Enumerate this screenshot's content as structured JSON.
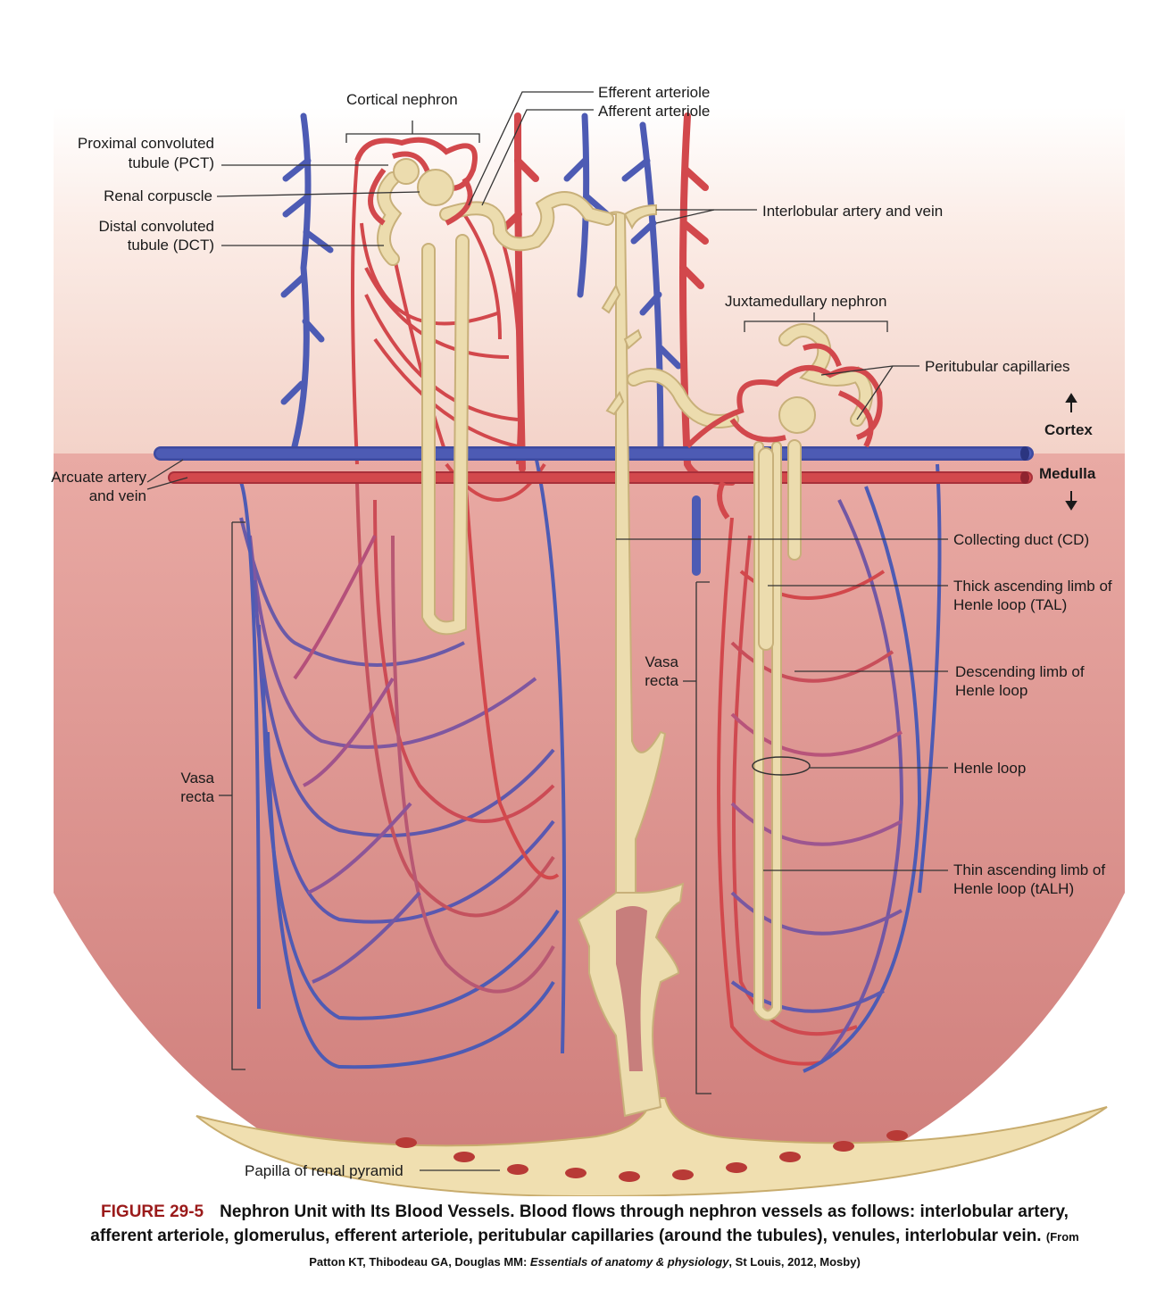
{
  "labels": {
    "cortical_nephron": "Cortical nephron",
    "efferent_arteriole": "Efferent arteriole",
    "afferent_arteriole": "Afferent arteriole",
    "pct": [
      "Proximal convoluted",
      "tubule (PCT)"
    ],
    "renal_corpuscle": "Renal corpuscle",
    "dct": [
      "Distal convoluted",
      "tubule (DCT)"
    ],
    "interlobular": "Interlobular artery and vein",
    "juxtamedullary": "Juxtamedullary nephron",
    "peritubular": "Peritubular capillaries",
    "cortex": "Cortex",
    "medulla": "Medulla",
    "arcuate": [
      "Arcuate artery",
      "and vein"
    ],
    "collecting_duct": "Collecting duct (CD)",
    "tal": [
      "Thick ascending limb of",
      "Henle loop (TAL)"
    ],
    "vasa_recta": [
      "Vasa",
      "recta"
    ],
    "descending": [
      "Descending limb of",
      "Henle loop"
    ],
    "henle_loop": "Henle loop",
    "talh": [
      "Thin ascending limb of",
      "Henle loop (tALH)"
    ],
    "papilla": "Papilla of renal pyramid"
  },
  "caption": {
    "figure": "FIGURE 29-5",
    "text": "Nephron Unit with Its Blood Vessels. Blood flows through nephron vessels as follows: interlobular artery, afferent arteriole, glomerulus, efferent arteriole, peritubular capillaries (around the tubules), venules, interlobular vein.",
    "source_a": "(From Patton KT, Thibodeau GA, Douglas MM: ",
    "source_book": "Essentials of anatomy & physiology",
    "source_b": ", St Louis, 2012, Mosby)"
  },
  "colors": {
    "artery": "#d2484c",
    "vein": "#4d5bb4",
    "tubule": "#ecdcae",
    "tubule_edge": "#c8b07a",
    "cortex_bg": "#f8e2da",
    "medulla_bg": "#d98b88",
    "caption_figure": "#9b1b1b"
  }
}
